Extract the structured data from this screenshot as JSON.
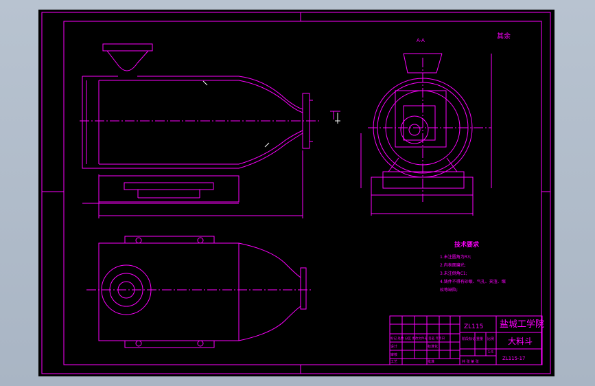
{
  "colors": {
    "line": "#ff00ff",
    "white": "#ffffff",
    "background": "#000000",
    "frame": "#b8c3d0"
  },
  "roughness": {
    "label": "其余"
  },
  "view_top": {
    "section_label": "A-A"
  },
  "notes": {
    "heading": "技术要求",
    "items": [
      "1.未注圆角为R3;",
      "2.内表面磨光;",
      "3.未注倒角C1;",
      "4.铸件不得有砂眼、气孔、夹渣、缩",
      "松等缺陷;"
    ]
  },
  "title_block": {
    "part_code": "ZL115",
    "school": "盐城工学院",
    "part_name": "大料斗",
    "drawing_no": "ZL115-17",
    "scale": "1:5",
    "mark_label": "阶段标记",
    "weight_label": "重量",
    "scale_label": "比例",
    "sheet_label": "共  张 第  张",
    "change_row": "标记 处数 分区 更改文件号 签名 年月日",
    "design": "设计",
    "standardize": "标准化",
    "check": "审核",
    "process": "工艺",
    "approve": "批准"
  }
}
